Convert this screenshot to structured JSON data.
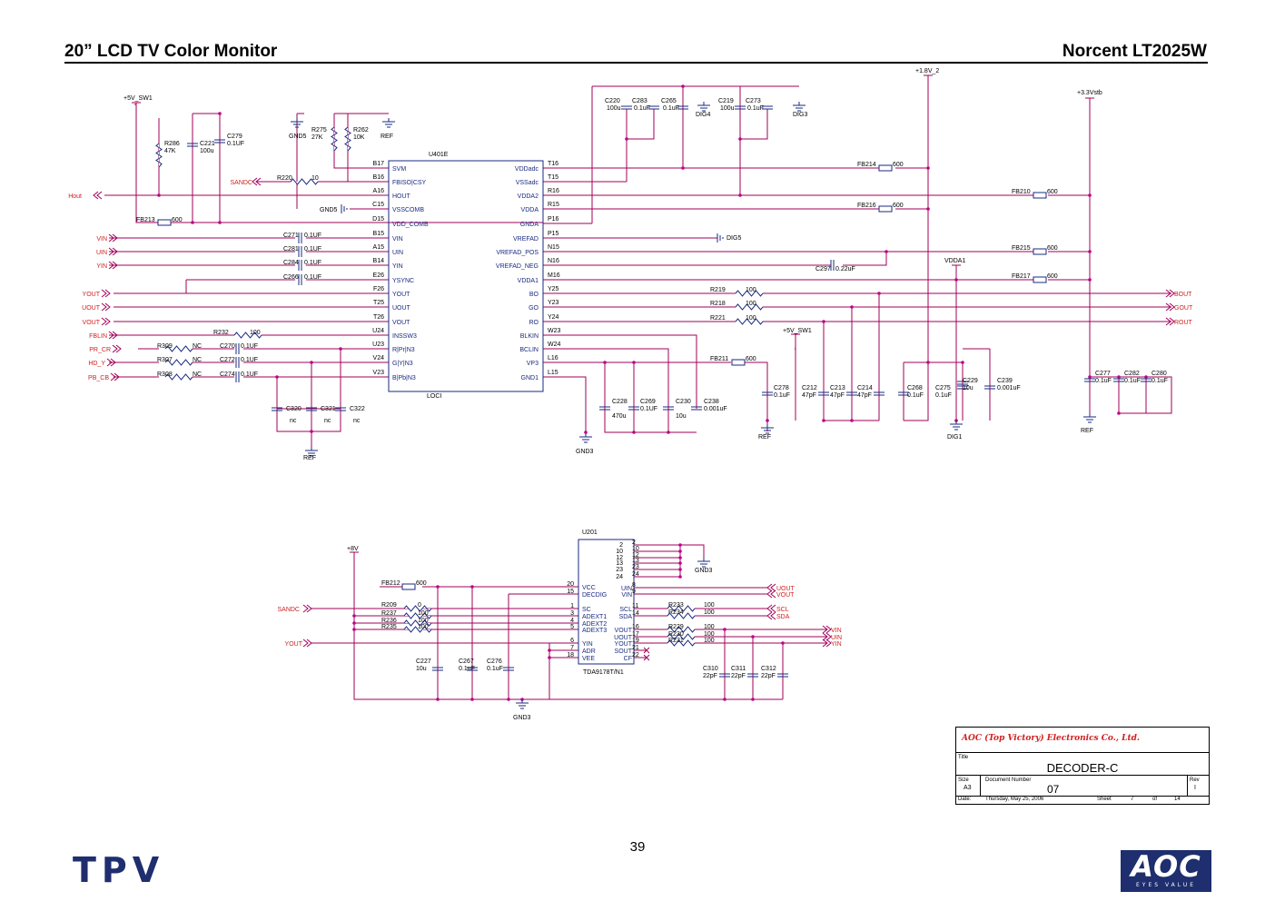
{
  "header": {
    "title_left": "20” LCD TV Color Monitor",
    "title_right": "Norcent LT2025W"
  },
  "page_number": "39",
  "u401e": {
    "ref": "U401E",
    "label": "LOCI",
    "left_pins": [
      {
        "num": "B17",
        "name": "SVM"
      },
      {
        "num": "B16",
        "name": "FBISO|CSY"
      },
      {
        "num": "A16",
        "name": "HOUT"
      },
      {
        "num": "C15",
        "name": "VSSCOMB"
      },
      {
        "num": "D15",
        "name": "VDD_COMB"
      },
      {
        "num": "B15",
        "name": "VIN"
      },
      {
        "num": "A15",
        "name": "UIN"
      },
      {
        "num": "B14",
        "name": "YIN"
      },
      {
        "num": "E26",
        "name": "YSYNC"
      },
      {
        "num": "F26",
        "name": "YOUT"
      },
      {
        "num": "T25",
        "name": "UOUT"
      },
      {
        "num": "T26",
        "name": "VOUT"
      },
      {
        "num": "U24",
        "name": "INSSW3"
      },
      {
        "num": "U23",
        "name": "R|Pr|N3"
      },
      {
        "num": "V24",
        "name": "G|Y|N3"
      },
      {
        "num": "V23",
        "name": "B|Pb|N3"
      }
    ],
    "right_pins": [
      {
        "num": "T16",
        "name": "VDDadc"
      },
      {
        "num": "T15",
        "name": "VSSadc"
      },
      {
        "num": "R16",
        "name": "VDDA2"
      },
      {
        "num": "R15",
        "name": "VDDA"
      },
      {
        "num": "P16",
        "name": "GNDA"
      },
      {
        "num": "P15",
        "name": "VREFAD"
      },
      {
        "num": "N15",
        "name": "VREFAD_POS"
      },
      {
        "num": "N16",
        "name": "VREFAD_NEG"
      },
      {
        "num": "M16",
        "name": "VDDA1"
      },
      {
        "num": "Y25",
        "name": "BO"
      },
      {
        "num": "Y23",
        "name": "GO"
      },
      {
        "num": "Y24",
        "name": "RO"
      },
      {
        "num": "W23",
        "name": "BLKIN"
      },
      {
        "num": "W24",
        "name": "BCLIN"
      },
      {
        "num": "L16",
        "name": "VP3"
      },
      {
        "num": "L15",
        "name": "GND1"
      }
    ]
  },
  "u201": {
    "ref": "U201",
    "part": "TDA9178T/N1",
    "left_pins": [
      {
        "num": "20",
        "name": "VCC"
      },
      {
        "num": "15",
        "name": "DECDIG"
      },
      {
        "num": "1",
        "name": "SC"
      },
      {
        "num": "3",
        "name": "ADEXT1"
      },
      {
        "num": "4",
        "name": "ADEXT2"
      },
      {
        "num": "5",
        "name": "ADEXT3"
      },
      {
        "num": "6",
        "name": "YIN"
      },
      {
        "num": "7",
        "name": "ADR"
      },
      {
        "num": "18",
        "name": "VEE"
      }
    ],
    "right_pins": [
      {
        "num": "8",
        "name": "UIN"
      },
      {
        "num": "9",
        "name": "VIN"
      },
      {
        "num": "11",
        "name": "SCL"
      },
      {
        "num": "14",
        "name": "SDA"
      },
      {
        "num": "16",
        "name": "VOUT"
      },
      {
        "num": "17",
        "name": "UOUT"
      },
      {
        "num": "19",
        "name": "YOUT"
      },
      {
        "num": "21",
        "name": "SOUT"
      },
      {
        "num": "22",
        "name": "CF"
      }
    ],
    "gnd_pins": [
      "2",
      "10",
      "12",
      "13",
      "23",
      "24"
    ],
    "gnd_pin_numbers": [
      "2",
      "10",
      "12",
      "13",
      "23",
      "24"
    ]
  },
  "nets_left": [
    "VIN",
    "UIN",
    "YIN",
    "YOUT",
    "UOUT",
    "VOUT",
    "FBLIN",
    "PR_CR",
    "HD_Y",
    "PB_CB"
  ],
  "nets_right": [
    "BOUT",
    "GOUT",
    "ROUT"
  ],
  "misc": {
    "hout": "Hout",
    "sandc": "SANDC",
    "sandc2": "SANDC",
    "yout2": "YOUT",
    "plus5": "+5V_SW1",
    "plus5b": "+5V_SW1",
    "plus18": "+1.8V_2",
    "plus33": "+3.3Vstb",
    "plus8": "+8V",
    "vdda1": "VDDA1",
    "gnd3": "GND3",
    "gnd3b": "GND3",
    "gnd5": "GND5",
    "gnd5b": "GND5",
    "ref1": "REF",
    "ref2": "REF",
    "ref3": "REF",
    "ref4": "REF",
    "dig4": "DIG4",
    "dig3": "DIG3",
    "dig5": "DIG5",
    "dig1": "DIG1",
    "uout_r": "UOUT",
    "vout_r": "VOUT",
    "scl_r": "SCL",
    "sda_r": "SDA",
    "vin_r": "VIN",
    "uin_r": "UIN",
    "yin_r": "YIN"
  },
  "components": {
    "r286": "R286",
    "r286v": "47K",
    "c221": "C221",
    "c221v": "100u",
    "c279": "C279",
    "c279v": "0.1UF",
    "r275": "R275",
    "r275v": "27K",
    "r262": "R262",
    "r262v": "10K",
    "r220": "R220",
    "r220v": "10",
    "fb213": "FB213",
    "fb213v": "600",
    "c271": "C271",
    "c281": "C281",
    "c284": "C284",
    "c266": "C266",
    "cval01": "0.1UF",
    "r232": "R232",
    "r232v": "100",
    "r309": "R309",
    "r307": "R307",
    "r308": "R308",
    "nc": "NC",
    "c270": "C270",
    "c272": "C272",
    "c274": "C274",
    "c320": "C320",
    "c321": "C321",
    "c322": "C322",
    "ncl": "nc",
    "c220": "C220",
    "c220v": "100u",
    "c283": "C283",
    "c265": "C265",
    "c219": "C219",
    "c219v": "100u",
    "c273": "C273",
    "v01uf": "0.1uF",
    "fb214": "FB214",
    "fb210": "FB210",
    "fb216": "FB216",
    "fb215": "FB215",
    "fb217": "FB217",
    "fb211": "FB211",
    "fbv": "600",
    "c297": "C297",
    "c297v": "0.22uF",
    "r219": "R219",
    "r218": "R218",
    "r221": "R221",
    "rv100": "100",
    "c228": "C228",
    "c228v": "470u",
    "c269": "C269",
    "c269v": "0.1UF",
    "c230": "C230",
    "c230v": "10u",
    "c238": "C238",
    "c238v": "0.001uF",
    "c278": "C278",
    "c212": "C212",
    "c213": "C213",
    "c214": "C214",
    "v47p": "47pF",
    "c268": "C268",
    "c275": "C275",
    "c229": "C229",
    "c229v": "10u",
    "c239": "C239",
    "c239v": "0.001uF",
    "c277": "C277",
    "c282": "C282",
    "c280": "C280",
    "fb212": "FB212",
    "fb212v": "600",
    "r209": "R209",
    "r209v": "0",
    "r237": "R237",
    "r236": "R236",
    "r235": "R235",
    "c227": "C227",
    "c227v": "10u",
    "c267": "C267",
    "c276": "C276",
    "r233": "R233",
    "r234": "R234",
    "r229": "R229",
    "r230": "R230",
    "r231": "R231",
    "c310": "C310",
    "c311": "C311",
    "c312": "C312",
    "v22p": "22pF"
  },
  "title_block": {
    "company": "AOC (Top Victory) Electronics Co., Ltd.",
    "title_label": "Title",
    "title": "DECODER-C",
    "size_label": "Size",
    "size": "A3",
    "doc_label": "Document Number",
    "doc": "07",
    "rev_label": "Rev",
    "rev": "I",
    "date_label": "Date:",
    "date": "Thursday, May 25, 2006",
    "sheet_label": "Sheet",
    "sheet": "7",
    "of_label": "of",
    "of": "14"
  },
  "logos": {
    "tpv": "TPV",
    "aoc": "AOC",
    "aoc_sub": "EYES VALUE"
  },
  "colors": {
    "wire": "#a0005a",
    "component": "#1a2a80",
    "net_label": "#d02020",
    "logo": "#1e2e6e"
  }
}
